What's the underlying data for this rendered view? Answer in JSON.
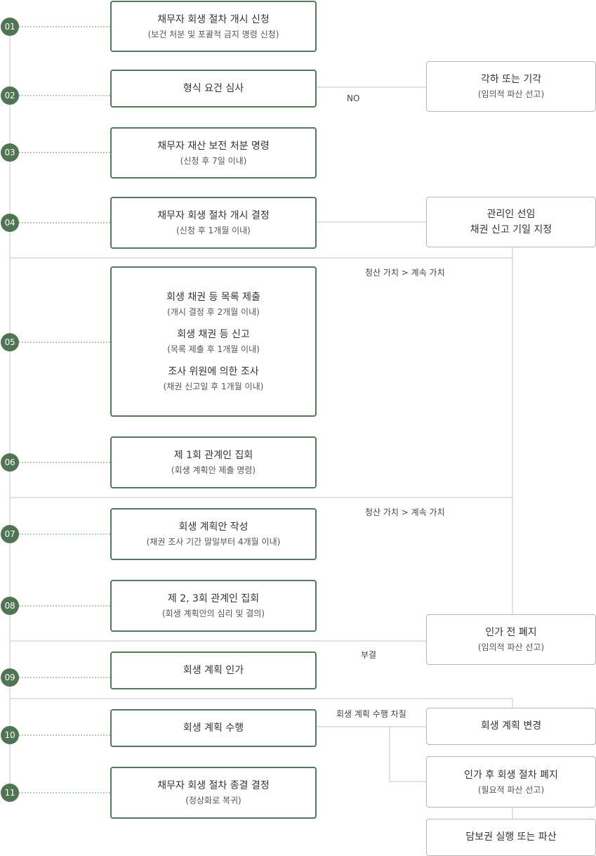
{
  "steps": [
    {
      "num": "01",
      "title": "채무자 회생 절차 개시 신청",
      "sub": "(보건 처분 및 포괄적 금지 명령 신청)"
    },
    {
      "num": "02",
      "title": "형식 요건 심사",
      "sub": ""
    },
    {
      "num": "03",
      "title": "채무자 재산 보전 처분 명령",
      "sub": "(신청 후 7일 이내)"
    },
    {
      "num": "04",
      "title": "채무자 회생 절차 개시 결정",
      "sub": "(신청 후 1개월 이내)"
    },
    {
      "num": "05",
      "items": [
        {
          "title": "회생 채권 등 목록 제출",
          "sub": "(개시 결정 후 2개월 이내)"
        },
        {
          "title": "회생 채권 등 신고",
          "sub": "(목록 제출 후 1개월 이내)"
        },
        {
          "title": "조사 위원에 의한 조사",
          "sub": "(채권 신고일 후 1개월 이내)"
        }
      ]
    },
    {
      "num": "06",
      "title": "제 1회 관계인 집회",
      "sub": "(회생 계획안 제출 명령)"
    },
    {
      "num": "07",
      "title": "회생 계획안 작성",
      "sub": "(채권 조사 기간 말일부터 4개월 이내)"
    },
    {
      "num": "08",
      "title": "제 2, 3회 관계인 집회",
      "sub": "(회생 계획안의 심리 및 결의)"
    },
    {
      "num": "09",
      "title": "회생 계획 인가",
      "sub": ""
    },
    {
      "num": "10",
      "title": "회생 계획 수행",
      "sub": ""
    },
    {
      "num": "11",
      "title": "채무자 회생 절차 종결 결정",
      "sub": "(정상화로 복귀)"
    }
  ],
  "side_boxes": {
    "reject": {
      "title": "각하 또는 기각",
      "sub": "(임의적 파산 선고)"
    },
    "trustee": {
      "title": "관리인 선임",
      "sub": "채권 신고 기일 지정"
    },
    "abolish_before": {
      "title": "인가 전 폐지",
      "sub": "(임의적 파산 선고)"
    },
    "plan_change": {
      "title": "회생 계획 변경",
      "sub": ""
    },
    "abolish_after": {
      "title": "인가 후 회생 절차 폐지",
      "sub": "(필요적 파산 선고)"
    },
    "bankruptcy": {
      "title": "담보권 실행 또는 파산",
      "sub": ""
    }
  },
  "labels": {
    "no": "NO",
    "liquidation_1": "청산 가치 > 계속 가치",
    "liquidation_2": "청산 가치 > 계속 가치",
    "rejected": "부결",
    "plan_failure": "회생 계획 수행 차질"
  },
  "colors": {
    "accent": "#4f7553",
    "main_border": "#55785a",
    "side_border": "#b8b8b8",
    "line": "#c4c4c4"
  }
}
